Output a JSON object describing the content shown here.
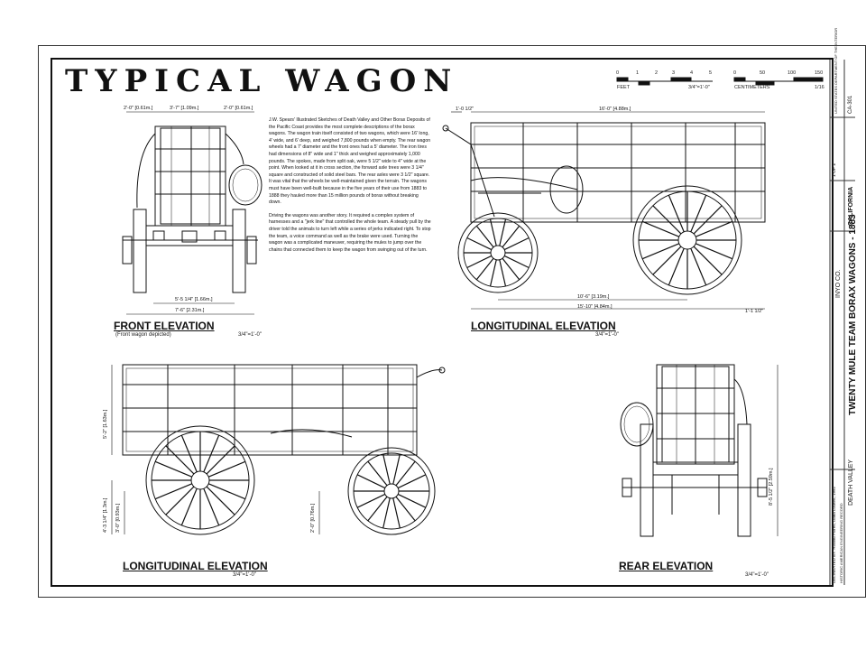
{
  "sheet": {
    "title": "TYPICAL WAGON",
    "description_paragraphs": [
      "J.W. Spears' Illustrated Sketches of Death Valley and Other Borax Deposits of the Pacific Coast provides the most complete descriptions of the borax wagons. The wagon train itself consisted of two wagons, which were 16' long, 4' wide, and 6' deep, and weighed 7,800 pounds when empty. The rear wagon wheels had a 7' diameter and the front ones had a 5' diameter. The iron tires had dimensions of 8\" wide and 1\" thick and weighed approximately 1,000 pounds. The spokes, made from split oak, were 5 1/2\" wide to 4\" wide at the point. When looked at it in cross section, the forward axle trees were 3 1/4\" square and constructed of solid steel bars. The rear axles were 3 1/2\" square. It was vital that the wheels be well-maintained given the terrain. The wagons must have been well-built because in the five years of their use from 1883 to 1888 they hauled more than 15 million pounds of borax without breaking down.",
      "Driving the wagons was another story. It required a complex system of harnesses and a \"jerk line\" that controlled the whole team. A steady pull by the driver told the animals to turn left while a series of jerks indicated right. To stop the team, a voice command as well as the brake were used. Turning the wagon was a complicated maneuver, requiring the mules to jump over the chains that connected them to keep the wagon from swinging out of the turn."
    ],
    "scales": {
      "feet_label": "FEET",
      "feet_ratio": "3/4\"=1'-0\"",
      "feet_ticks": [
        "0",
        "1",
        "2",
        "3",
        "4",
        "5"
      ],
      "cm_label": "CENTIMETERS",
      "cm_ratio": "1/16",
      "cm_ticks": [
        "0",
        "50",
        "100",
        "150"
      ]
    },
    "views": {
      "front": {
        "label": "FRONT ELEVATION",
        "note": "(Front wagon depicted)",
        "scale": "3/4\"=1'-0\"",
        "dims": [
          "2'-0\" [0.61m.]",
          "3'-7\" [1.09m.]",
          "2'-0\" [0.61m.]",
          "5'-5 1/4\" [1.66m.]",
          "7'-6\" [2.31m.]"
        ]
      },
      "long_top": {
        "label": "LONGITUDINAL ELEVATION",
        "scale": "3/4\"=1'-0\"",
        "dims": [
          "1'-0 1/2\"",
          "16'-0\" [4.88m.]",
          "10'-6\" [3.19m.]",
          "15'-10\" [4.84m.]",
          "1'-1 1/2\""
        ]
      },
      "long_bottom": {
        "label": "LONGITUDINAL ELEVATION",
        "scale": "3/4\"=1'-0\"",
        "dims": [
          "5'-2\" [1.63m.]",
          "4'-3 1/4\" [1.3m.]",
          "3'-0\" [0.93m.]",
          "2'-0\" [0.76m.]"
        ]
      },
      "rear": {
        "label": "REAR ELEVATION",
        "scale": "3/4\"=1'-0\"",
        "dims": [
          "8'-5 1/2\" [2.59m.]"
        ]
      }
    },
    "title_block": {
      "project": "TWENTY MULE TEAM BORAX WAGONS - 1883",
      "location": "DEATH VALLEY",
      "county": "INYO CO.",
      "state": "CALIFORNIA",
      "survey_no": "CA-301",
      "sheet_no": "1 OF 2",
      "delineator": "DELINEATED BY: Roland Flores, Dana Lockett, 1992",
      "agency": "HISTORIC AMERICAN ENGINEERING RECORD",
      "dept": "UNITED STATES DEPARTMENT OF THE INTERIOR"
    }
  }
}
